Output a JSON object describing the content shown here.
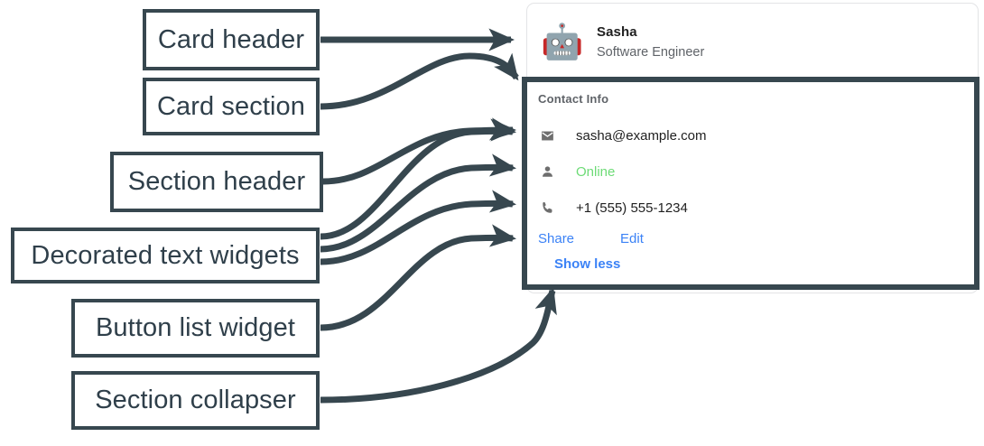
{
  "annotations": [
    {
      "id": "card-header",
      "label": "Card header"
    },
    {
      "id": "card-section",
      "label": "Card section"
    },
    {
      "id": "section-header",
      "label": "Section header"
    },
    {
      "id": "decorated-text",
      "label": "Decorated text widgets"
    },
    {
      "id": "button-list",
      "label": "Button list widget"
    },
    {
      "id": "section-collapser",
      "label": "Section collapser"
    }
  ],
  "card": {
    "header": {
      "avatar_icon": "robot-avatar-icon",
      "avatar_glyph": "🤖",
      "title": "Sasha",
      "subtitle": "Software Engineer"
    },
    "section": {
      "header": "Contact Info",
      "rows": [
        {
          "icon": "email-icon",
          "text": "sasha@example.com",
          "color": "#1f1f1f"
        },
        {
          "icon": "person-icon",
          "text": "Online",
          "color": "#6ddb76"
        },
        {
          "icon": "phone-icon",
          "text": "+1 (555) 555-1234",
          "color": "#1f1f1f"
        }
      ],
      "buttons": [
        {
          "label": "Share"
        },
        {
          "label": "Edit"
        }
      ],
      "collapser": {
        "label": "Show less"
      }
    }
  },
  "colors": {
    "annotation_stroke": "#37474f",
    "card_border": "#e3e4e6",
    "link_blue": "#3b82f6",
    "status_green": "#6ddb76",
    "muted_gray": "#5f6368"
  }
}
